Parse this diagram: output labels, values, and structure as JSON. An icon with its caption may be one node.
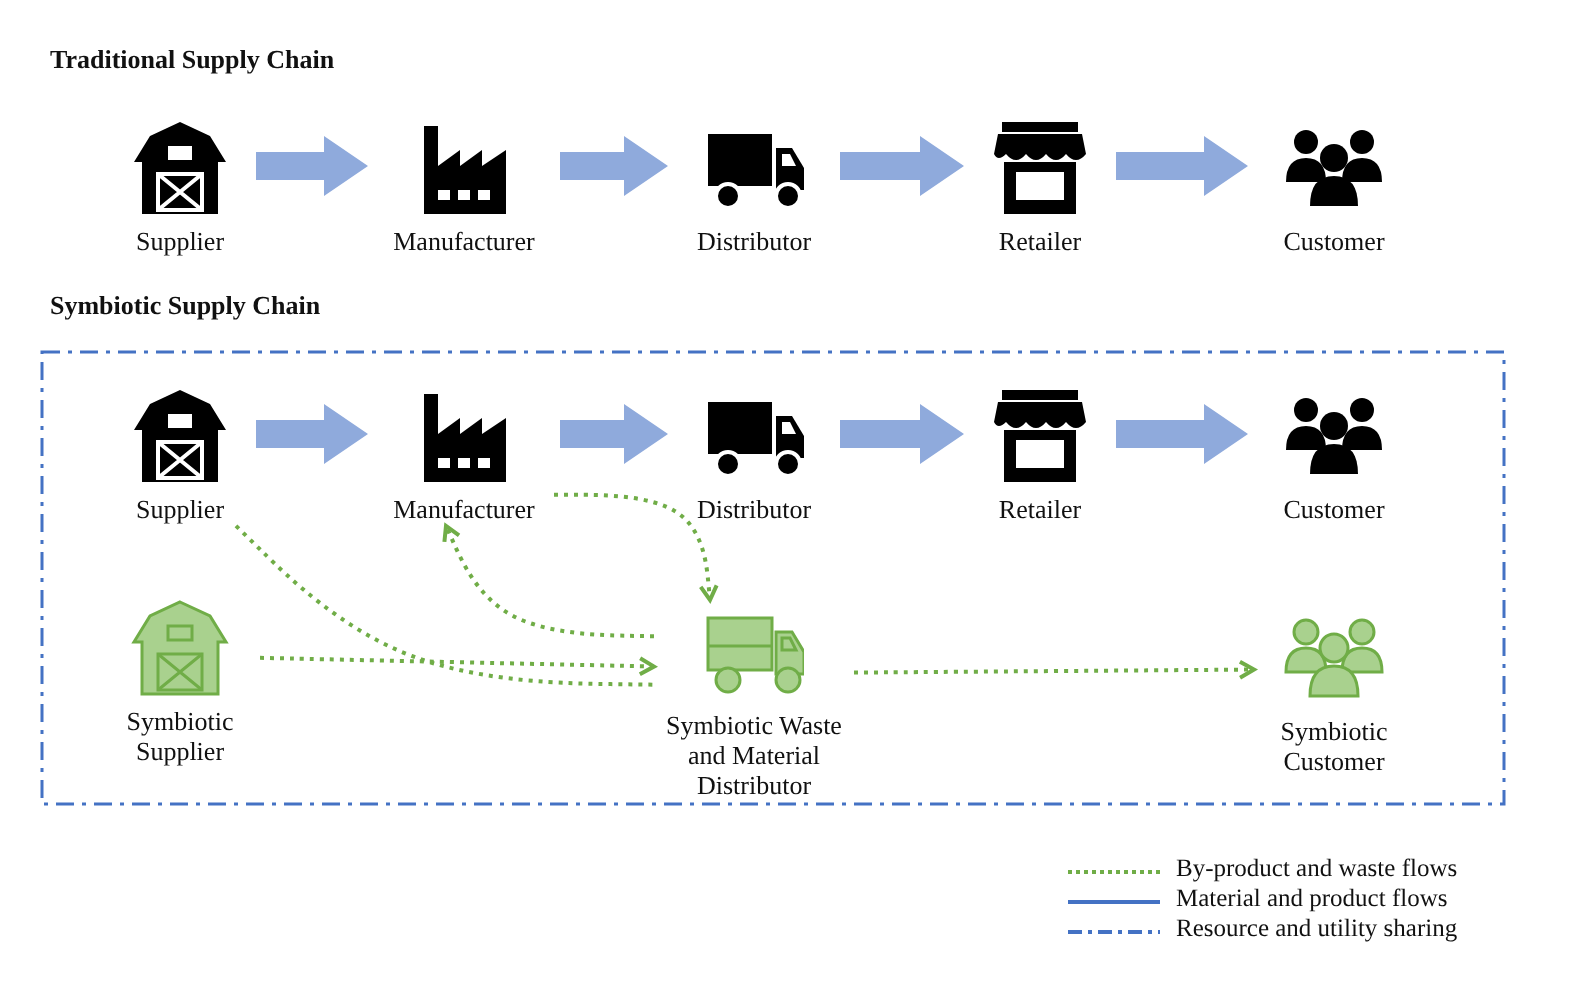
{
  "diagram": {
    "nodes": [
      {
        "text": [
          "Supplier"
        ]
      },
      {
        "text": [
          "Manufacturer"
        ]
      },
      {
        "text": [
          "Distributor"
        ]
      },
      {
        "text": [
          "Retailer"
        ]
      },
      {
        "text": [
          "Customer"
        ]
      },
      {
        "text": [
          "Symbiotic Supply Chain"
        ]
      },
      {
        "text": [
          "Supplier"
        ],
        "in": 5
      },
      {
        "text": [
          "Manufacturer"
        ],
        "in": 5
      },
      {
        "text": [
          "Distributor"
        ],
        "in": 5
      },
      {
        "text": [
          "Retailer"
        ],
        "in": 5
      },
      {
        "text": [
          "Customer"
        ],
        "in": 5
      },
      {
        "text": [
          "Symbiotic Supplier"
        ],
        "in": 5
      },
      {
        "text": [
          "Symbiotic Waste and Material Distributor"
        ],
        "in": 5
      },
      {
        "text": [
          "Symbiotic Customer"
        ],
        "in": 5
      }
    ],
    "edges": [
      {
        "from": 0,
        "to": 1,
        "arrow": "to"
      },
      {
        "from": 1,
        "to": 2,
        "arrow": "to"
      },
      {
        "from": 2,
        "to": 3,
        "arrow": "to"
      },
      {
        "from": 3,
        "to": 4,
        "arrow": "to"
      },
      {
        "from": 6,
        "to": 7,
        "arrow": "to"
      },
      {
        "from": 7,
        "to": 8,
        "arrow": "to"
      },
      {
        "from": 8,
        "to": 9,
        "arrow": "to"
      },
      {
        "from": 9,
        "to": 10,
        "arrow": "to"
      },
      {
        "from": 7,
        "to": 12,
        "arrow": "to",
        "style": "dashed",
        "color": "#70ad47"
      },
      {
        "from": 12,
        "to": 7,
        "arrow": "to",
        "style": "dashed",
        "color": "#70ad47"
      },
      {
        "from": 6,
        "to": 12,
        "arrow": "none",
        "style": "dashed",
        "color": "#70ad47"
      },
      {
        "from": 11,
        "to": 12,
        "arrow": "to",
        "style": "dashed",
        "color": "#70ad47"
      },
      {
        "from": 12,
        "to": 13,
        "arrow": "to",
        "style": "dashed",
        "color": "#70ad47"
      }
    ],
    "labels": [
      "Traditional Supply Chain"
    ],
    "legend": [
      {
        "text": "By-product and waste flows"
      },
      {
        "text": "Material and product flows"
      },
      {
        "text": "Resource and utility sharing"
      }
    ]
  }
}
